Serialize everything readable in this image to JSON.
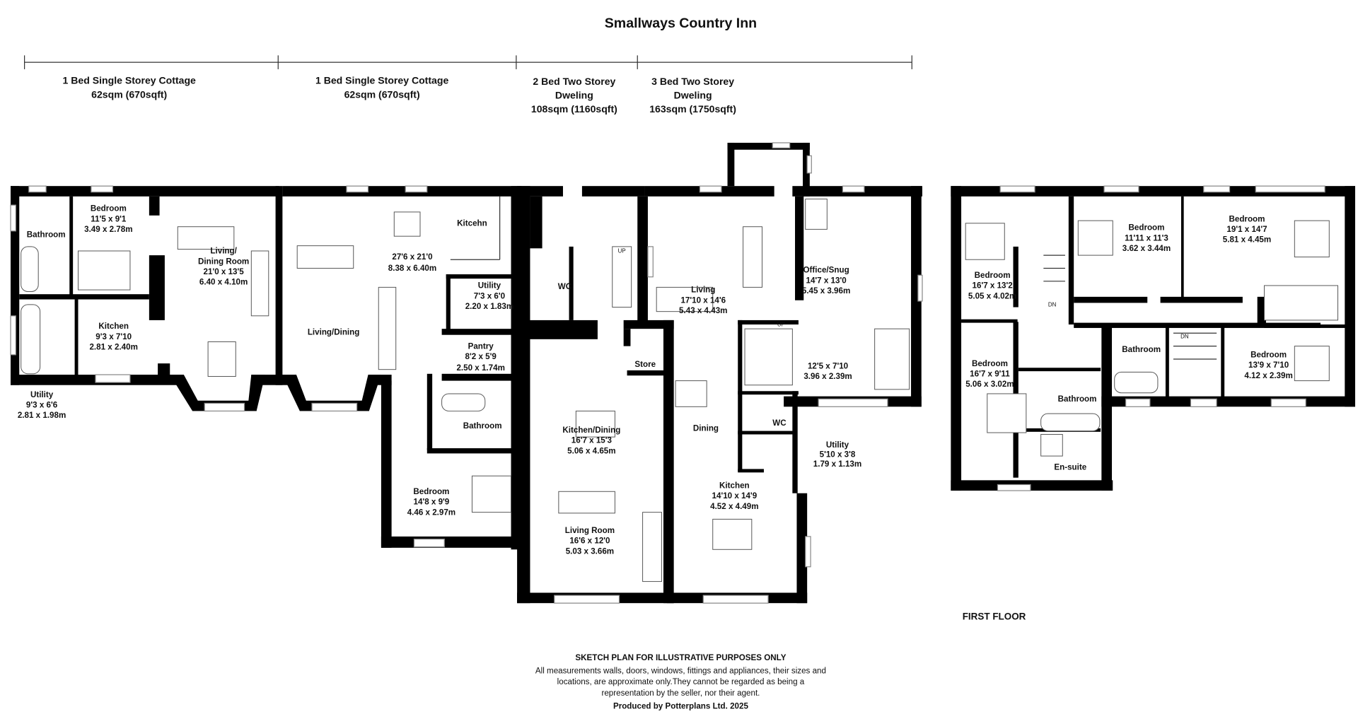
{
  "title": "Smallways Country Inn",
  "sections": [
    {
      "lines": [
        "1 Bed Single Storey Cottage",
        "62sqm (670sqft)"
      ]
    },
    {
      "lines": [
        "1 Bed Single Storey Cottage",
        "62sqm (670sqft)"
      ]
    },
    {
      "lines": [
        "2 Bed Two Storey",
        "Dweling",
        "108sqm (1160sqft)"
      ]
    },
    {
      "lines": [
        "3 Bed Two Storey",
        "Dweling",
        "163sqm (1750sqft)"
      ]
    }
  ],
  "ground_floor": {
    "cottage1": [
      {
        "lines": [
          "Bathroom"
        ]
      },
      {
        "lines": [
          "Bedroom",
          "11'5 x 9'1",
          "3.49 x 2.78m"
        ]
      },
      {
        "lines": [
          "Kitchen",
          "9'3 x 7'10",
          "2.81 x 2.40m"
        ]
      },
      {
        "lines": [
          "Living/",
          "Dining Room",
          "21'0 x 13'5",
          "6.40 x 4.10m"
        ]
      },
      {
        "lines": [
          "Utility",
          "9'3 x 6'6",
          "2.81 x 1.98m"
        ]
      }
    ],
    "cottage2": [
      {
        "lines": [
          "Kitcehn"
        ]
      },
      {
        "lines": [
          "27'6 x 21'0",
          "8.38 x 6.40m"
        ]
      },
      {
        "lines": [
          "Living/Dining"
        ]
      },
      {
        "lines": [
          "Utility",
          "7'3 x 6'0",
          "2.20 x 1.83m"
        ]
      },
      {
        "lines": [
          "Pantry",
          "8'2 x 5'9",
          "2.50 x 1.74m"
        ]
      },
      {
        "lines": [
          "Bathroom"
        ]
      },
      {
        "lines": [
          "Bedroom",
          "14'8 x 9'9",
          "4.46 x 2.97m"
        ]
      }
    ],
    "two_bed": [
      {
        "lines": [
          "WC"
        ]
      },
      {
        "lines": [
          "Kitchen/Dining",
          "16'7 x 15'3",
          "5.06 x 4.65m"
        ]
      },
      {
        "lines": [
          "Store"
        ]
      },
      {
        "lines": [
          "Living Room",
          "16'6 x 12'0",
          "5.03 x 3.66m"
        ]
      },
      {
        "lines": [
          "UP"
        ]
      }
    ],
    "three_bed": [
      {
        "lines": [
          "Living",
          "17'10 x 14'6",
          "5.43 x 4.43m"
        ]
      },
      {
        "lines": [
          "Office/Snug",
          "14'7 x 13'0",
          "5.45 x 3.96m"
        ]
      },
      {
        "lines": [
          "12'5 x 7'10",
          "3.96 x 2.39m"
        ]
      },
      {
        "lines": [
          "Dining"
        ]
      },
      {
        "lines": [
          "WC"
        ]
      },
      {
        "lines": [
          "Utility",
          "5'10 x 3'8",
          "1.79 x 1.13m"
        ]
      },
      {
        "lines": [
          "Kitchen",
          "14'10 x 14'9",
          "4.52 x 4.49m"
        ]
      },
      {
        "lines": [
          "UP"
        ]
      }
    ]
  },
  "first_floor": {
    "label": "FIRST FLOOR",
    "rooms": [
      {
        "lines": [
          "Bedroom",
          "16'7 x 13'2",
          "5.05 x 4.02m"
        ]
      },
      {
        "lines": [
          "Bedroom",
          "11'11 x 11'3",
          "3.62 x 3.44m"
        ]
      },
      {
        "lines": [
          "Bedroom",
          "19'1 x 14'7",
          "5.81 x 4.45m"
        ]
      },
      {
        "lines": [
          "Bedroom",
          "16'7 x 9'11",
          "5.06 x 3.02m"
        ]
      },
      {
        "lines": [
          "Bathroom"
        ]
      },
      {
        "lines": [
          "Bathroom"
        ]
      },
      {
        "lines": [
          "En-suite"
        ]
      },
      {
        "lines": [
          "Bedroom",
          "13'9 x 7'10",
          "4.12 x 2.39m"
        ]
      },
      {
        "lines": [
          "DN"
        ]
      },
      {
        "lines": [
          "DN"
        ]
      }
    ]
  },
  "footer": {
    "heading": "SKETCH PLAN FOR ILLUSTRATIVE PURPOSES ONLY",
    "lines": [
      "All measurements walls, doors, windows, fittings and appliances, their sizes and",
      "locations, are approximate only.They cannot be regarded as being a",
      "representation by the seller, nor their agent."
    ],
    "credit": "Produced by Potterplans Ltd. 2025"
  }
}
